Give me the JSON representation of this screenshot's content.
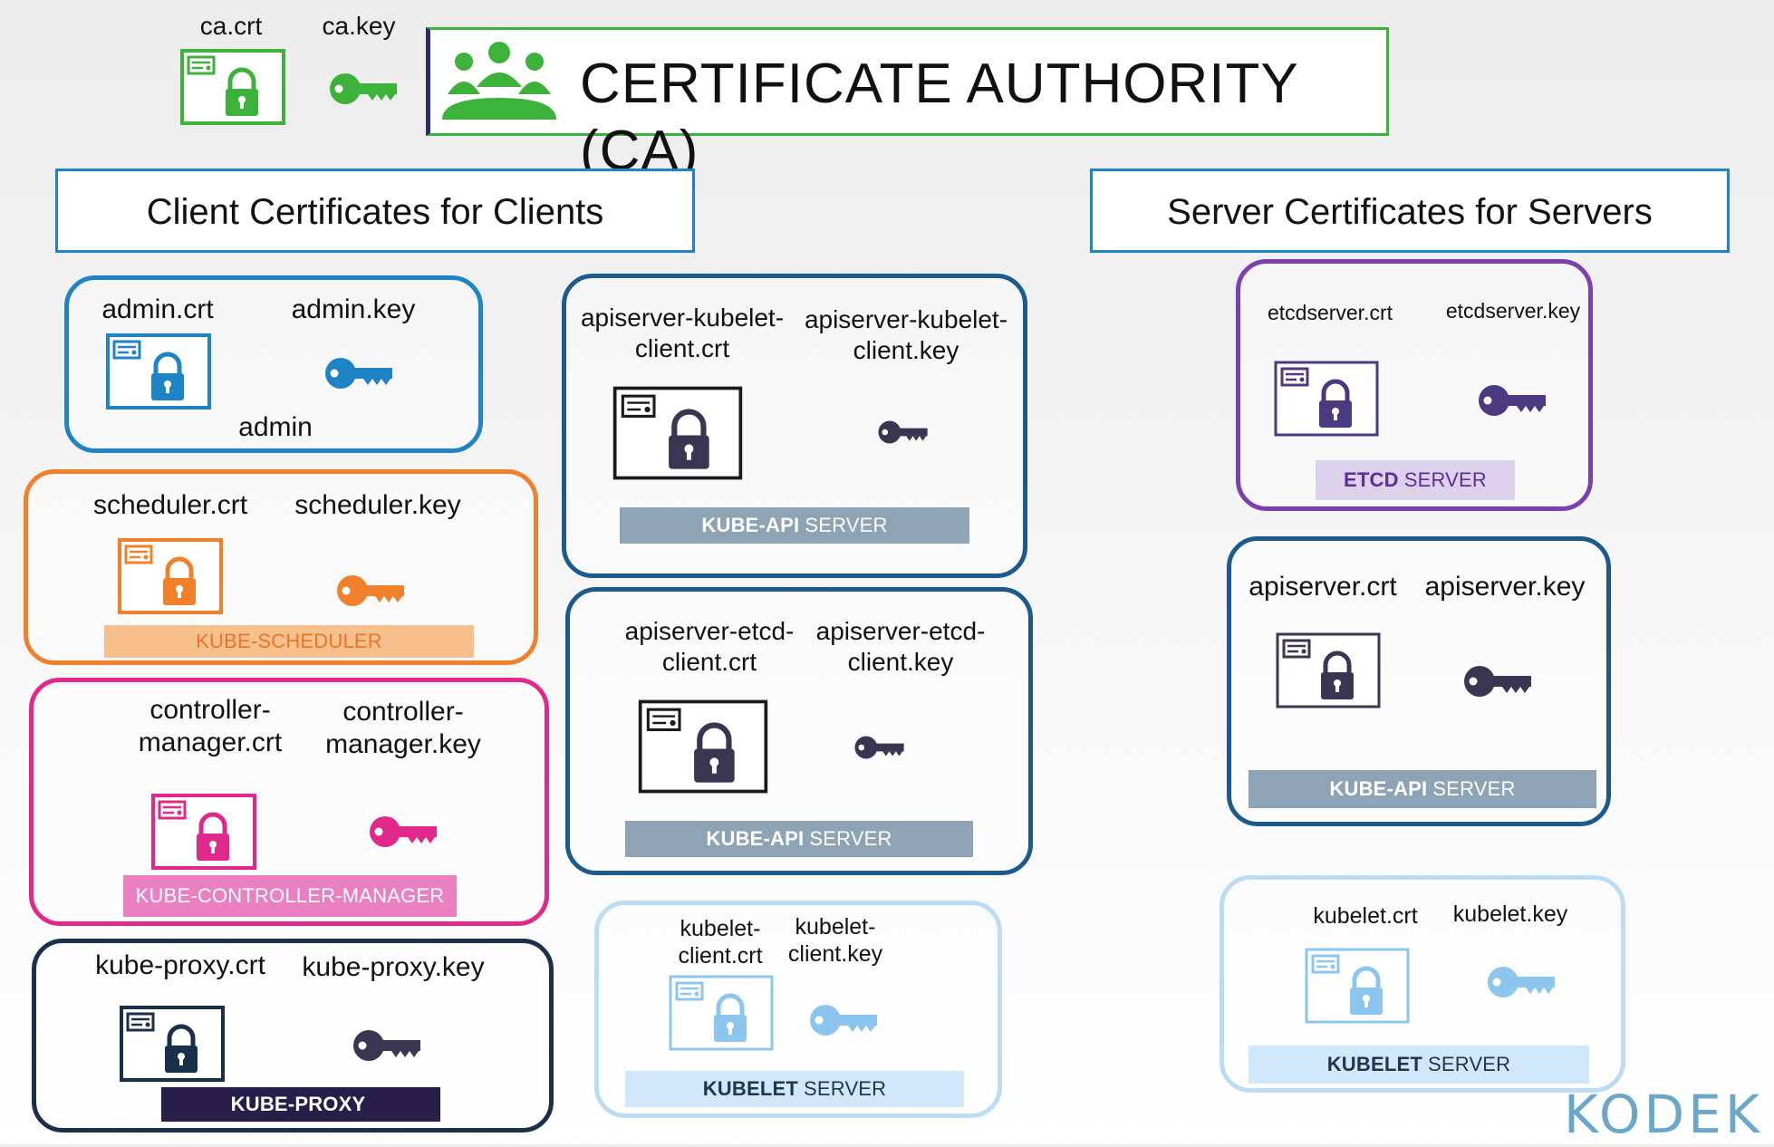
{
  "ca": {
    "crt": "ca.crt",
    "key": "ca.key",
    "title": "CERTIFICATE AUTHORITY (CA)",
    "color": "#3db23b"
  },
  "headers": {
    "client": "Client Certificates for Clients",
    "server": "Server Certificates for Servers"
  },
  "groups": {
    "admin": {
      "crt": "admin.crt",
      "key": "admin.key",
      "name": "admin",
      "color": "#1f84c6"
    },
    "scheduler": {
      "crt": "scheduler.crt",
      "key": "scheduler.key",
      "bar": "KUBE-SCHEDULER",
      "color": "#f0802b"
    },
    "controller": {
      "crt": "controller-\nmanager.crt",
      "key": "controller-\nmanager.key",
      "bar": "KUBE-CONTROLLER-MANAGER",
      "color": "#e0298a"
    },
    "proxy": {
      "crt": "kube-proxy.crt",
      "key": "kube-proxy.key",
      "bar": "KUBE-PROXY",
      "color": "#1a2f4a"
    },
    "apiKubeletClient": {
      "crt": "apiserver-kubelet-\nclient.crt",
      "key": "apiserver-kubelet-\nclient.key",
      "bar_bold": "KUBE-API",
      "bar_rest": "SERVER",
      "color": "#1c5a8c"
    },
    "apiEtcdClient": {
      "crt": "apiserver-etcd-\nclient.crt",
      "key": "apiserver-etcd-\nclient.key",
      "bar_bold": "KUBE-API",
      "bar_rest": "SERVER",
      "color": "#1c5a8c"
    },
    "kubeletClient": {
      "crt": "kubelet-\nclient.crt",
      "key": "kubelet-\nclient.key",
      "bar_bold": "KUBELET",
      "bar_rest": "SERVER",
      "color": "#bcdcf4"
    },
    "etcd": {
      "crt": "etcdserver.crt",
      "key": "etcdserver.key",
      "bar_bold": "ETCD",
      "bar_rest": "SERVER",
      "color": "#7b3fb0"
    },
    "apiserver": {
      "crt": "apiserver.crt",
      "key": "apiserver.key",
      "bar_bold": "KUBE-API",
      "bar_rest": "SERVER",
      "color": "#1c5a8c"
    },
    "kubelet": {
      "crt": "kubelet.crt",
      "key": "kubelet.key",
      "bar_bold": "KUBELET",
      "bar_rest": "SERVER",
      "color": "#bcdcf4"
    }
  },
  "logo": "KODEK",
  "icons": {
    "certificate": "certificate-icon",
    "key": "key-icon",
    "people": "people-group-icon"
  }
}
